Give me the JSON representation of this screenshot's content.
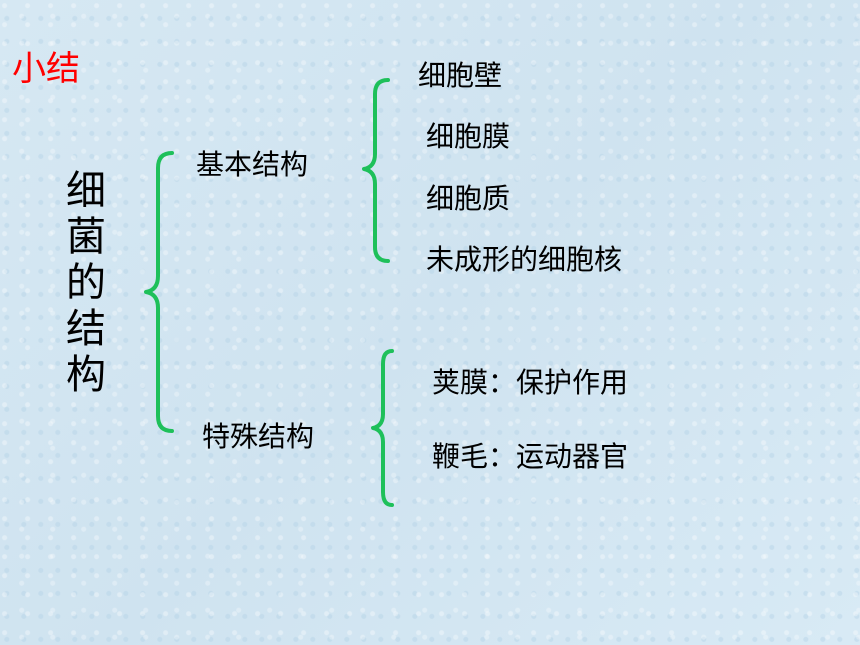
{
  "slide": {
    "title": "小结",
    "root": "细菌的结构",
    "categories": [
      {
        "label": "基本结构",
        "items": [
          "细胞壁",
          "细胞膜",
          "细胞质",
          "未成形的细胞核"
        ]
      },
      {
        "label": "特殊结构",
        "items": [
          "荚膜：保护作用",
          "鞭毛：运动器官"
        ]
      }
    ]
  },
  "colors": {
    "title": "#ff0000",
    "brace": "#1ec05a",
    "background": "#d3e6f2"
  }
}
